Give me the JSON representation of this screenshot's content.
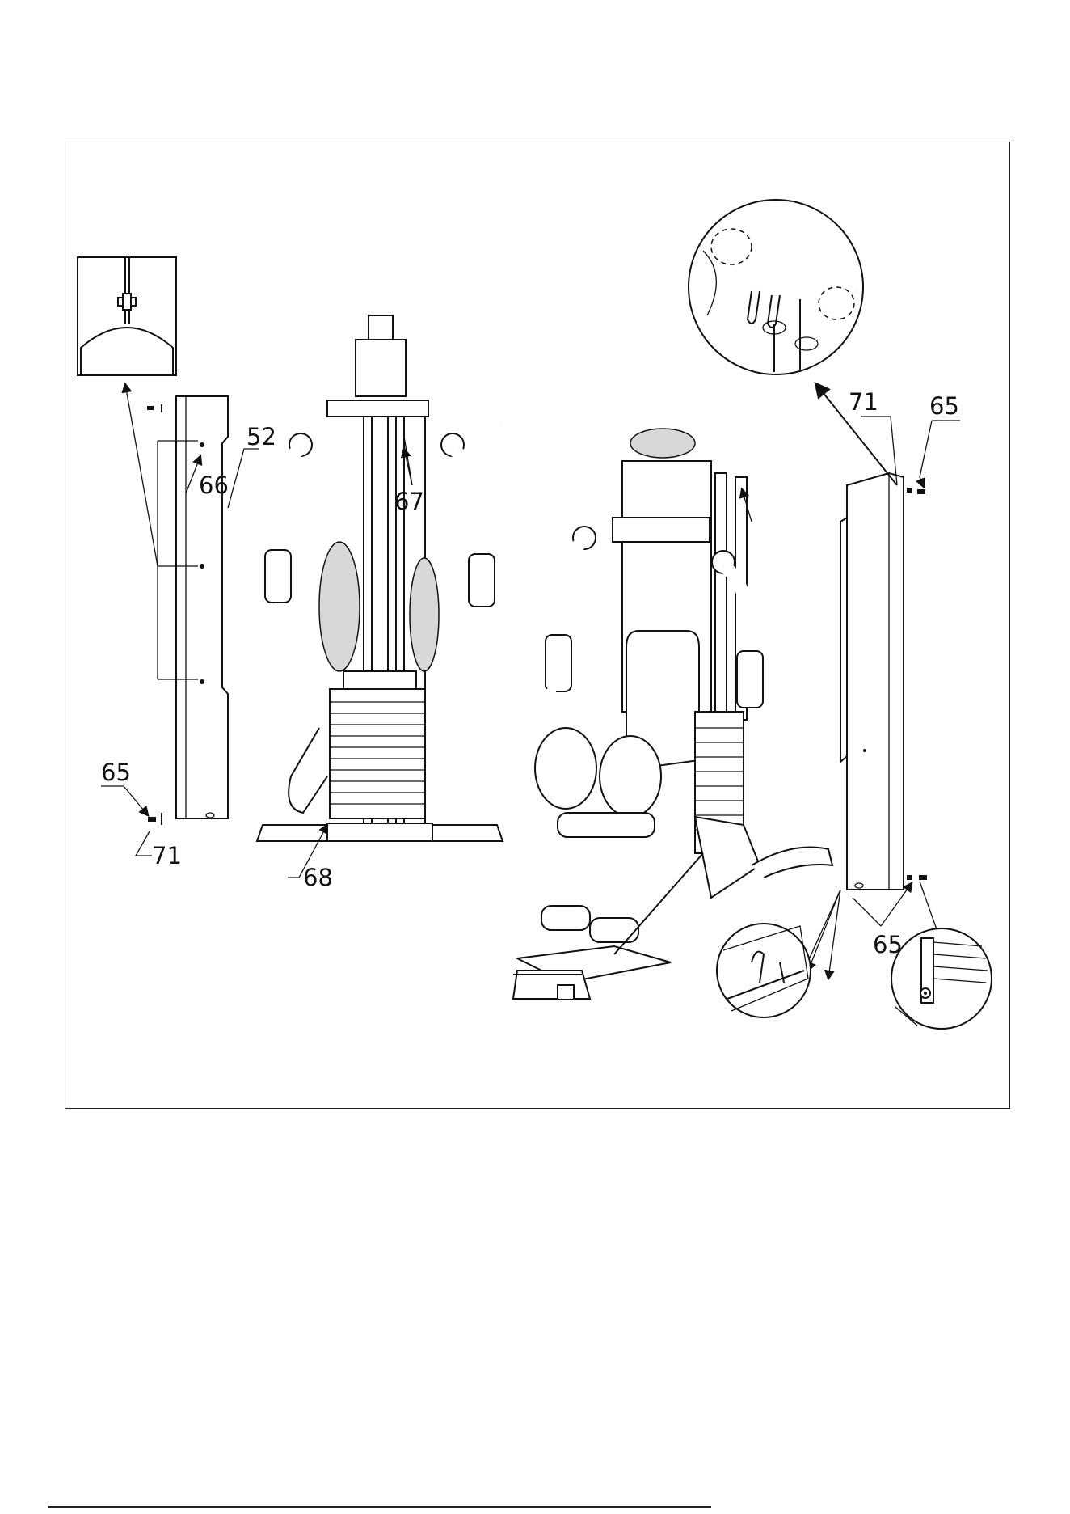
{
  "callouts": {
    "c65_left": "65",
    "c71_left": "71",
    "c66": "66",
    "c52": "52",
    "c67": "67",
    "c68": "68",
    "c71_right": "71",
    "c65_right_top": "65",
    "c65_right_bottom": "65"
  },
  "colors": {
    "line": "#111111",
    "shade": "#d8d8d8",
    "background": "#ffffff"
  }
}
